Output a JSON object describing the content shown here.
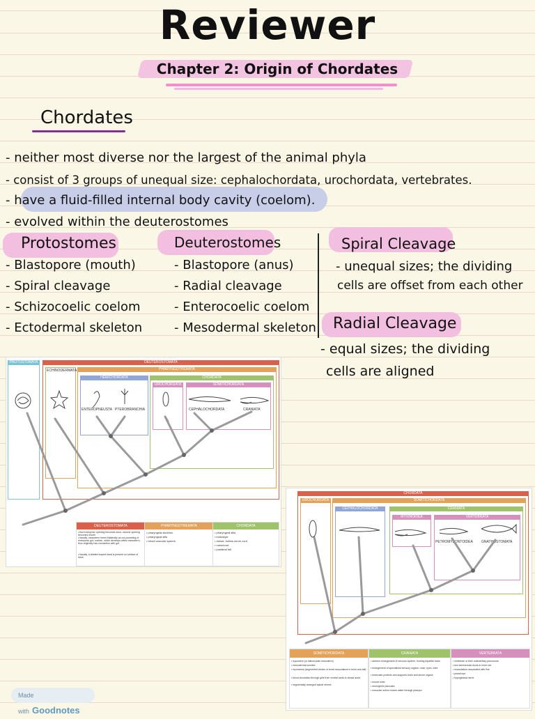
{
  "title": "Reviewer",
  "chapter": "Chapter 2: Origin of Chordates",
  "section": "Chordates",
  "bullets": [
    "- neither most diverse nor the largest of the animal phyla",
    "- consist of 3 groups of unequal size: cephalochordata, urochordata, vertebrates.",
    "- have a fluid-filled internal body cavity (coelom).",
    "- evolved within the deuterostomes"
  ],
  "protostomes": {
    "heading": "Protostomes",
    "items": [
      "- Blastopore (mouth)",
      "- Spiral cleavage",
      "- Schizocoelic coelom",
      "- Ectodermal skeleton"
    ]
  },
  "deuterostomes": {
    "heading": "Deuterostomes",
    "items": [
      "- Blastopore (anus)",
      "- Radial cleavage",
      "- Enterocoelic coelom",
      "- Mesodermal skeleton"
    ]
  },
  "spiral": {
    "heading": "Spiral Cleavage",
    "line1": "- unequal sizes; the dividing",
    "line2": "cells are offset from each other"
  },
  "radial": {
    "heading": "Radial Cleavage",
    "line1": "- equal sizes; the dividing",
    "line2": "cells are aligned"
  },
  "fig1": {
    "protostomata": "PROTOSTOMATA",
    "deuterostomata": "DEUTEROSTOMATA",
    "echinodermata": "ECHINODERMATA",
    "pharyngotremata": "PHARYNGOTREMATA",
    "hemichordata": "HEMICHORDATA",
    "chordata": "CHORDATA",
    "urochordata": "UROCHORDATA",
    "somitichordata": "SOMITICHORDATA",
    "enteropneusta": "ENTEROPNEUSTA",
    "pterobranchia": "PTEROBRANCHIA",
    "cephalochordata": "CEPHALOCHORDATA",
    "craniata": "CRANIATA",
    "legend": [
      {
        "title": "DEUTEROSTOMATA",
        "color": "#d9604a",
        "items": [
          "• first embryonic opening becomes anus, second opening becomes mouth",
          "• basally, mesoderm forms bilaterally as out-pocketing of embryonic gut; coelom, which develops within mesoderm, thus originally has connection with gut",
          "• basally, a ciliated looped band is present on surface of larva"
        ]
      },
      {
        "title": "PHARYNGOTREMATA",
        "color": "#e3a25a",
        "items": [
          "• pharyngeal skeleton",
          "• pharyngeal slits",
          "• blood vascular system"
        ]
      },
      {
        "title": "CHORDATA",
        "color": "#9fc36b",
        "items": [
          "• pharyngeal slits",
          "• endostyle",
          "• dorsal, hollow nerve cord",
          "• notochord",
          "• postanal tail"
        ]
      }
    ]
  },
  "fig2": {
    "chordata": "CHORDATA",
    "urochordata": "UROCHORDATA",
    "somitichordata": "SOMITICHORDATA",
    "cephalochordata": "CEPHALOCHORDATA",
    "craniata": "CRANIATA",
    "myxinoidea": "MYXINOIDEA",
    "vertebrata": "VERTEBRATA",
    "petromyzontoidea": "PETROMYZONTOIDEA",
    "gnathostomata": "GNATHOSTOMATA",
    "legend": [
      {
        "title": "SOMITICHORDATA",
        "color": "#e3a25a",
        "items": [
          "• hypomere (or lateral plate mesoderm)",
          "• mesodermal somites",
          "• myomeres (segmented blocks of trunk musculature in trunk and tail)",
          "• blood circulation through gills from ventral aorta to dorsal aorta",
          "• segmentally arranged spinal nerves"
        ]
      },
      {
        "title": "CRANIATA",
        "color": "#9fc36b",
        "items": [
          "• anterior enlargement of nervous system, forming tripartite brain",
          "• enlargement of specialized sensory organs: nose, eyes, ears",
          "• braincase protects and supports brain and sense organs",
          "• neural crest",
          "• neurogenic placodes",
          "• muscular action moves water through pharynx"
        ]
      },
      {
        "title": "VERTEBRATA",
        "color": "#d690bd",
        "items": [
          "• vertebrae or their rudimentary precursors",
          "• two semicircular ducts in inner ear",
          "• musculature associated with fins",
          "• pineal eye",
          "• hypoglossal nerve"
        ]
      }
    ]
  },
  "badge": {
    "made_with": "Made with",
    "brand": "Goodnotes"
  }
}
